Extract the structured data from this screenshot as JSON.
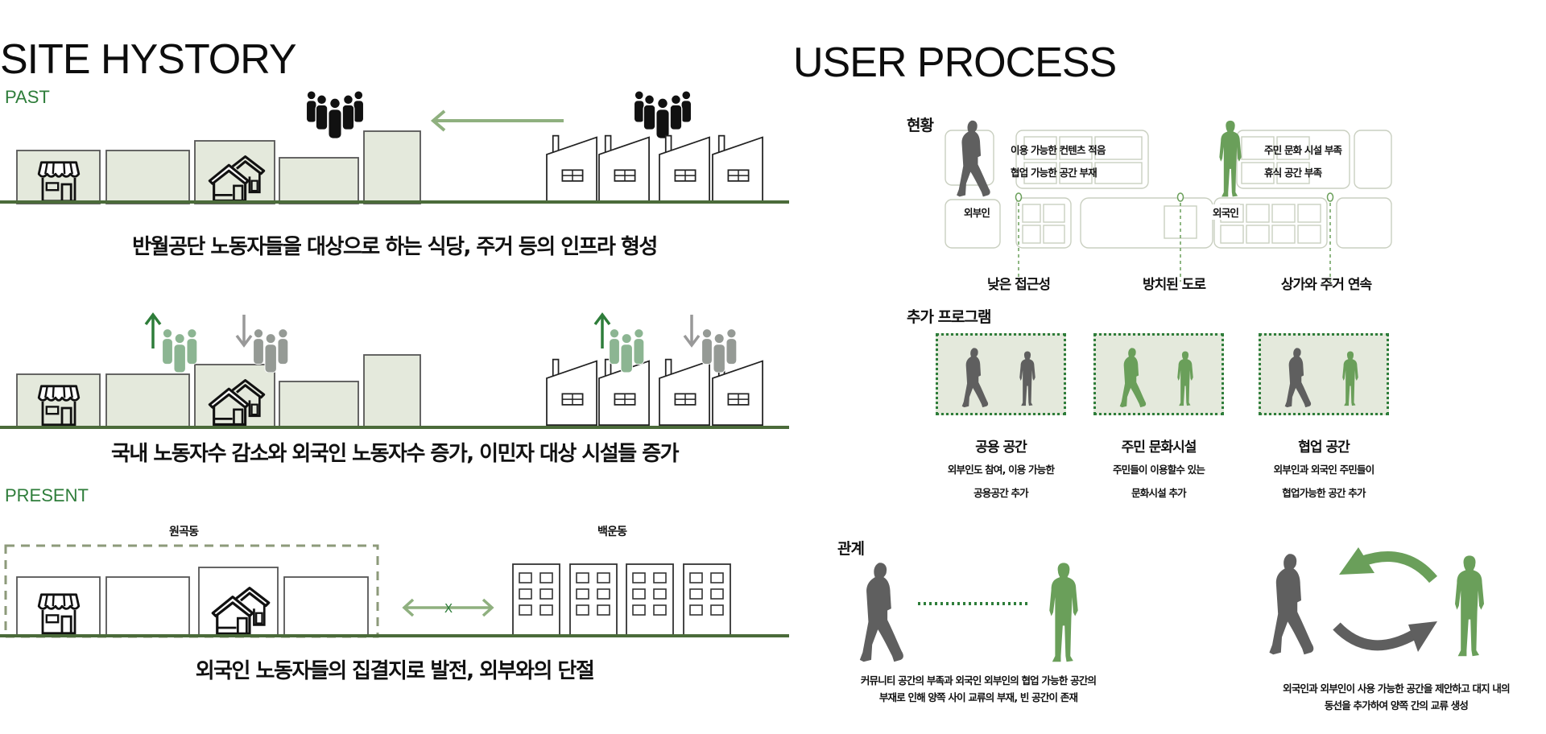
{
  "site_history": {
    "title": "SITE HYSTORY",
    "past_label": "PAST",
    "present_label": "PRESENT",
    "caption_1": "반월공단 노동자들을 대상으로 하는 식당, 주거 등의 인프라 형성",
    "caption_2": "국내 노동자수 감소와 외국인 노동자수 증가, 이민자 대상 시설들 증가",
    "caption_3": "외국인 노동자들의 집결지로 발전, 외부와의 단절",
    "district_left": "원곡동",
    "district_right": "백운동",
    "icons": [
      "store-icon",
      "house-icon",
      "crowd-icon",
      "factory-icon",
      "apartment-icon",
      "arrow-left-icon",
      "arrow-up-icon",
      "arrow-down-icon",
      "blocked-bidirectional-arrow-icon"
    ]
  },
  "user_process": {
    "title": "USER PROCESS",
    "current": {
      "heading": "현황",
      "outsider_label": "외부인",
      "foreigner_label": "외국인",
      "outsider_issues": [
        "이용 가능한 컨텐츠 적음",
        "협업 가능한 공간 부재"
      ],
      "foreigner_issues": [
        "주민 문화 시설 부족",
        "휴식 공간 부족"
      ],
      "points": [
        "낮은 접근성",
        "방치된 도로",
        "상가와 주거  연속"
      ]
    },
    "program": {
      "heading": "추가 프로그램",
      "items": [
        {
          "title": "공용 공간",
          "desc_1": "외부인도 참여, 이용 가능한",
          "desc_2": "공용공간 추가"
        },
        {
          "title": "주민 문화시설",
          "desc_1": "주민들이 이용할수 있는",
          "desc_2": "문화시설 추가"
        },
        {
          "title": "협업 공간",
          "desc_1": "외부인과 외국인 주민들이",
          "desc_2": "협업가능한 공간 추가"
        }
      ]
    },
    "relation": {
      "heading": "관계",
      "before_1": "커뮤니티 공간의 부족과 외국인 외부인의 협업 가능한 공간의",
      "before_2": "부재로 인해 양쪽 사이 교류의 부재, 빈 공간이 존재",
      "after_1": "외국인과 외부인이 사용 가능한 공간을 제안하고 대지 내의",
      "after_2": "동선을 추가하여 양쪽 간의 교류 생성"
    }
  },
  "colors": {
    "accent_green": "#2e7d3a",
    "light_green": "#6a9f5a",
    "building_fill": "#e4e9dc",
    "ground": "#4b6b3a",
    "gray_person": "#5f5f5f"
  }
}
